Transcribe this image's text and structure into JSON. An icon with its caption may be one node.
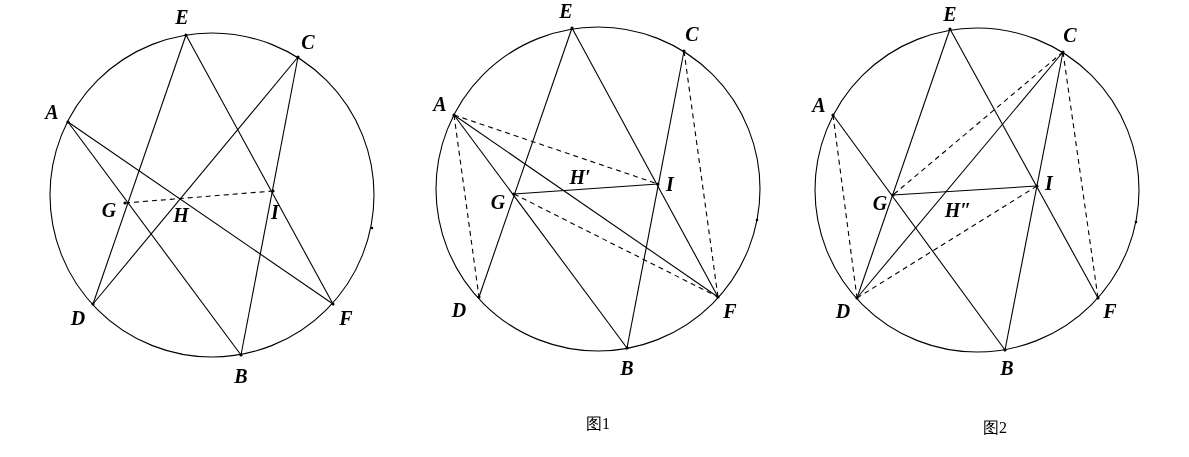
{
  "diagram": {
    "labels": [
      "E",
      "C",
      "A",
      "G",
      "H",
      "I",
      "D",
      "F",
      "B",
      "E",
      "C",
      "A",
      "H′",
      "I",
      "G",
      "D",
      "F",
      "B",
      "E",
      "C",
      "A",
      "I",
      "G",
      "H″",
      "D",
      "F",
      "B",
      "图1",
      "图2"
    ]
  }
}
